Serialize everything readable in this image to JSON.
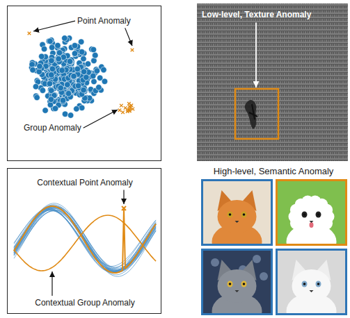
{
  "diagram": {
    "nodes": [
      {
        "text": [
          "Point Anomaly",
          "Group Anomaly"
        ]
      },
      {
        "text": [
          "Low-level, Texture Anomaly"
        ]
      },
      {
        "text": [
          "Contextual Point Anomaly",
          "Contextual Group Anomaly"
        ]
      },
      {
        "text": [
          "High-level, Semantic Anomaly"
        ]
      }
    ]
  }
}
